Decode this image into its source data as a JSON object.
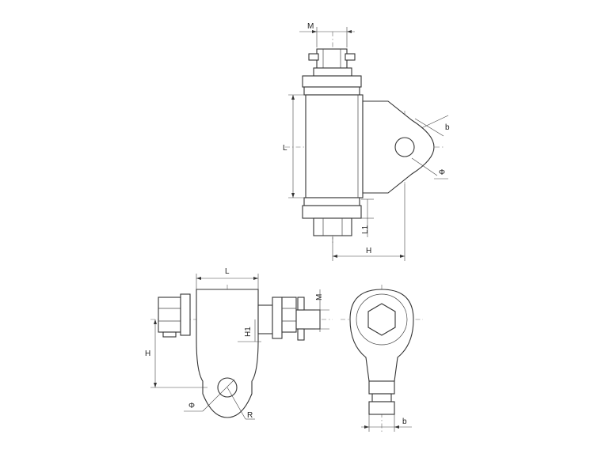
{
  "labels": {
    "top_m": "M",
    "top_b": "b",
    "top_phi": "Φ",
    "top_l": "L",
    "top_l1": "L1",
    "top_h": "H",
    "left_l": "L",
    "left_m": "M",
    "left_h": "H",
    "left_h1": "H1",
    "left_phi": "Φ",
    "left_r": "R",
    "right_b": "b"
  }
}
